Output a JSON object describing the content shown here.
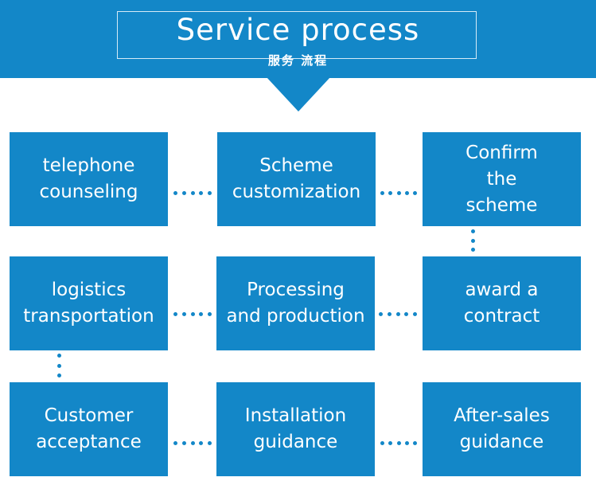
{
  "header": {
    "title": "Service process",
    "subtitle": "服务 流程"
  },
  "steps": [
    {
      "label": "telephone\ncounseling"
    },
    {
      "label": "Scheme\ncustomization"
    },
    {
      "label": "Confirm\nthe\nscheme"
    },
    {
      "label": "logistics\ntransportation"
    },
    {
      "label": "Processing\nand production"
    },
    {
      "label": "award a\ncontract"
    },
    {
      "label": "Customer\nacceptance"
    },
    {
      "label": "Installation\nguidance"
    },
    {
      "label": "After-sales\nguidance"
    }
  ],
  "colors": {
    "accent": "#1387c8",
    "text": "#ffffff"
  }
}
